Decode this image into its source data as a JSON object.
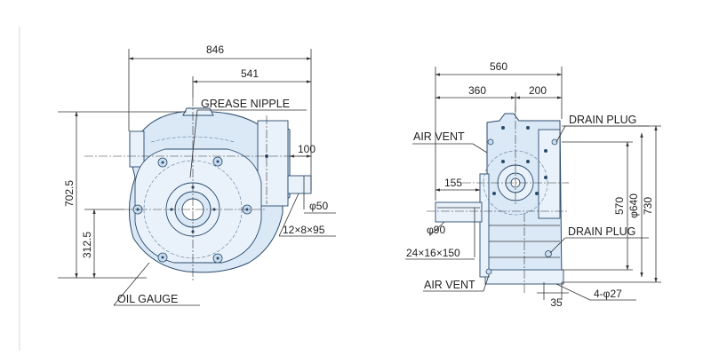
{
  "front_view": {
    "dim_overall_width": "846",
    "dim_center_to_edge": "541",
    "dim_overall_height": "702.5",
    "dim_shaft_height": "312.5",
    "dim_shaft_ext": "100",
    "dim_shaft_dia": "φ50",
    "dim_key": "12×8×95",
    "label_grease_nipple": "GREASE NIPPLE",
    "label_oil_gauge": "OIL GAUGE"
  },
  "side_view": {
    "dim_overall_length": "560",
    "dim_left_part": "360",
    "dim_right_part": "200",
    "dim_shaft_ext": "155",
    "dim_shaft_dia": "φ90",
    "dim_key": "24×16×150",
    "dim_base_offset": "35",
    "dim_bolt_holes": "4-φ27",
    "dim_height_570": "570",
    "dim_height_640": "φ640",
    "dim_height_730": "730",
    "label_air_vent_top": "AIR VENT",
    "label_air_vent_bottom": "AIR VENT",
    "label_drain_plug_top": "DRAIN PLUG",
    "label_drain_plug_bottom": "DRAIN PLUG"
  },
  "colors": {
    "body_fill": "#dbe9f7",
    "outline": "#2a4a6a"
  }
}
